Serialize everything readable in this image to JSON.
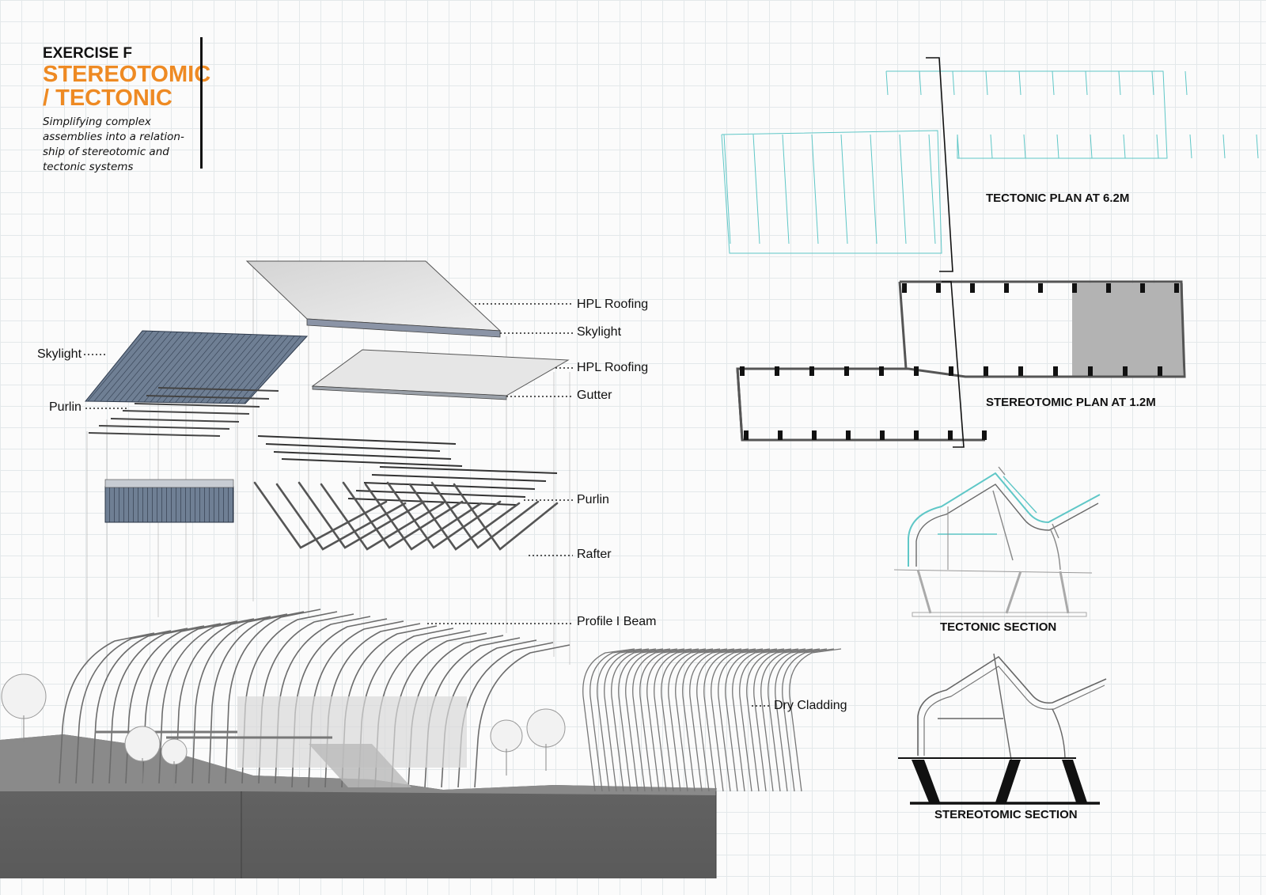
{
  "header": {
    "exercise": "EXERCISE F",
    "title_line1": "STEREOTOMIC",
    "title_line2": "/ TECTONIC",
    "subtitle": "Simplifying complex assemblies into a relation-ship of stereotomic and tectonic systems"
  },
  "labels": {
    "hpl_roofing_top": "HPL Roofing",
    "skylight_right": "Skylight",
    "hpl_roofing_mid": "HPL Roofing",
    "gutter": "Gutter",
    "skylight_left": "Skylight",
    "purlin_left": "Purlin",
    "purlin_right": "Purlin",
    "rafter": "Rafter",
    "profile_i_beam": "Profile I Beam",
    "dry_cladding": "Dry Cladding"
  },
  "captions": {
    "tectonic_plan": "TECTONIC PLAN AT 6.2M",
    "stereotomic_plan": "STEREOTOMIC PLAN AT 1.2M",
    "tectonic_section": "TECTONIC SECTION",
    "stereotomic_section": "STEREOTOMIC SECTION"
  },
  "colors": {
    "accent_orange": "#ee8a23",
    "tectonic_cyan": "#5fc7c7",
    "ink": "#111111"
  }
}
